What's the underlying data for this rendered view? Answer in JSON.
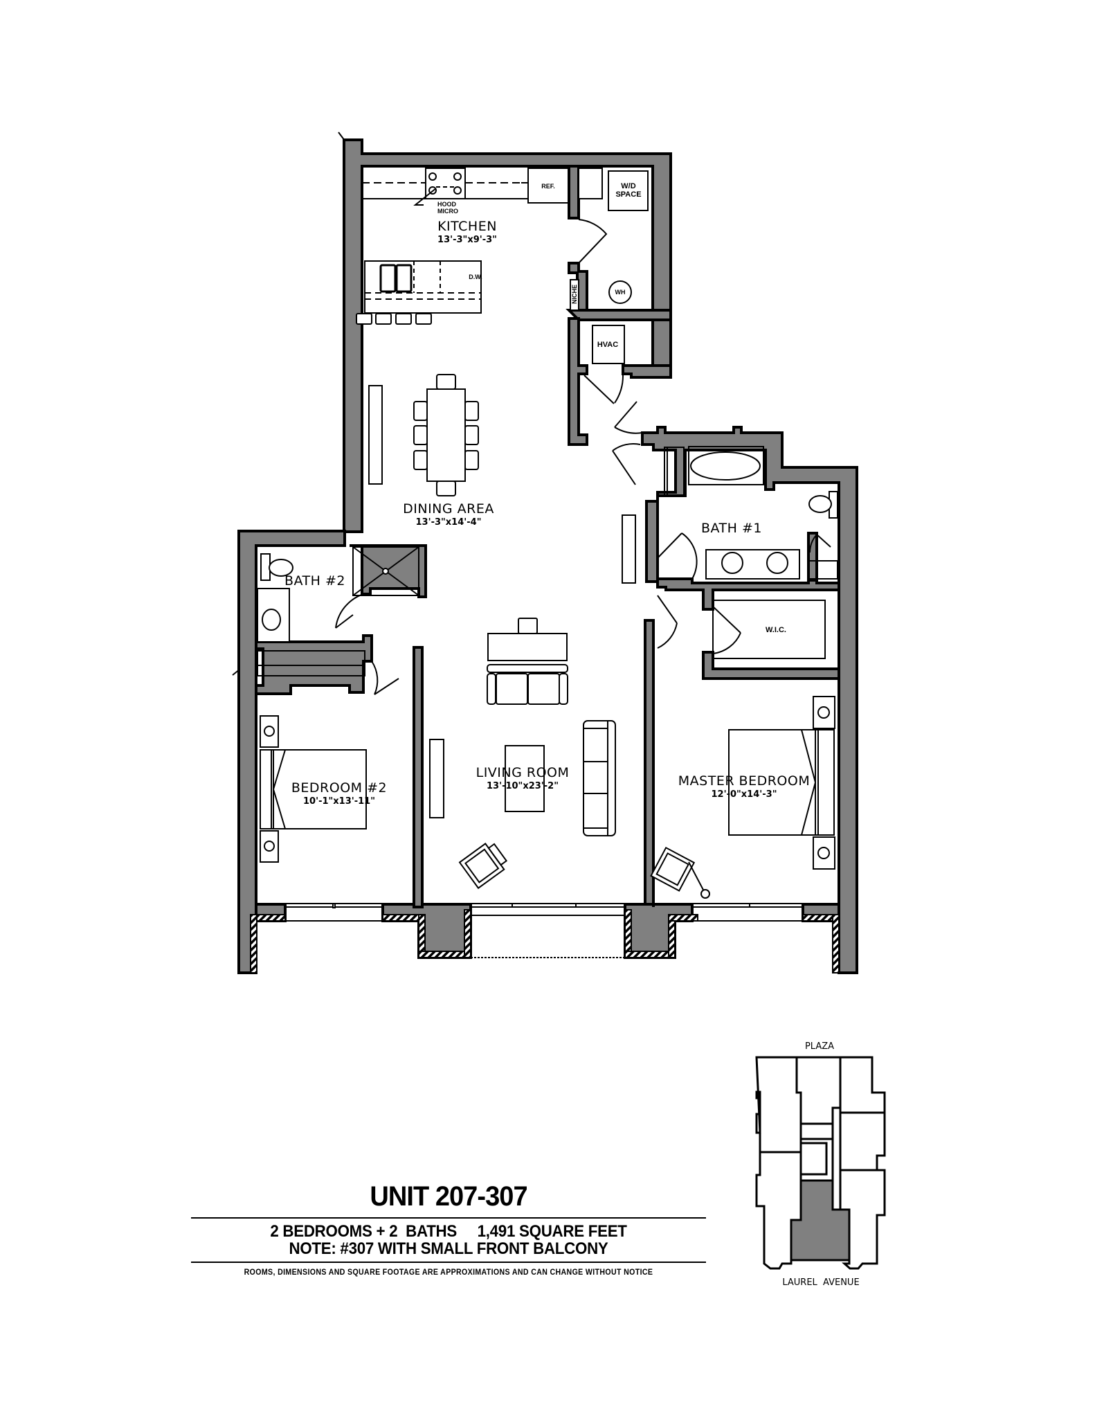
{
  "plan": {
    "unit_title": "UNIT 207-307",
    "summary_line": "2 BEDROOMS + 2  BATHS     1,491 SQUARE FEET",
    "bedrooms": 2,
    "baths": 2,
    "square_feet": "1,491",
    "note": "NOTE: #307 WITH SMALL FRONT BALCONY",
    "disclaimer": "ROOMS, DIMENSIONS AND SQUARE FOOTAGE ARE APPROXIMATIONS AND CAN CHANGE WITHOUT NOTICE"
  },
  "rooms": {
    "kitchen": {
      "name": "KITCHEN",
      "dims": "13'-3\"x9'-3\""
    },
    "dining": {
      "name": "DINING  AREA",
      "dims": "13'-3\"x14'-4\""
    },
    "living": {
      "name": "LIVING  ROOM",
      "dims": "13'-10\"x23'-2\""
    },
    "bedroom2": {
      "name": "BEDROOM  #2",
      "dims": "10'-1\"x13'-11\""
    },
    "master": {
      "name": "MASTER  BEDROOM",
      "dims": "12'-0\"x14'-3\""
    },
    "bath1": {
      "name": "BATH  #1"
    },
    "bath2": {
      "name": "BATH  #2"
    },
    "wic": {
      "name": "W.I.C."
    }
  },
  "fixtures": {
    "hood_line1": "HOOD",
    "hood_line2": "MICRO",
    "ref": "REF.",
    "wd_line1": "W/D",
    "wd_line2": "SPACE",
    "dw": "D.W.",
    "wh": "WH",
    "niche": "NICHE",
    "hvac": "HVAC"
  },
  "keyplan": {
    "top_label": "PLAZA",
    "bottom_label": "LAUREL  AVENUE",
    "highlight_color": "#808080"
  },
  "colors": {
    "wall_fill": "#808080",
    "line": "#000000",
    "background": "#ffffff"
  }
}
